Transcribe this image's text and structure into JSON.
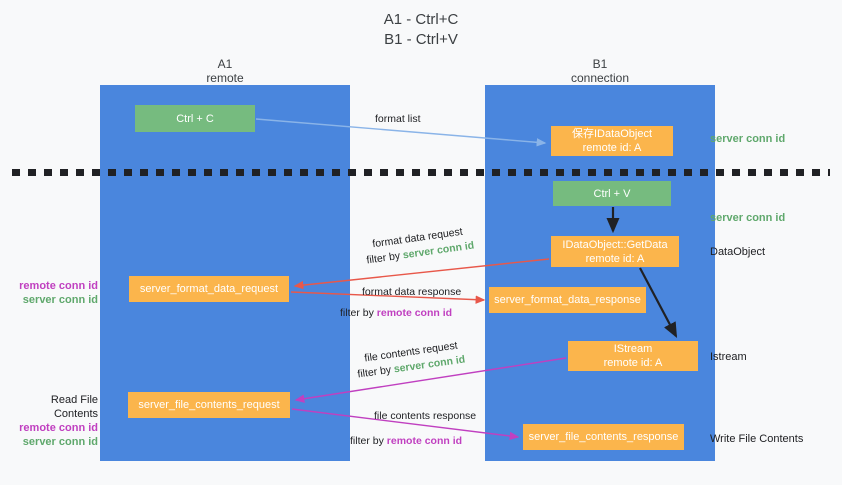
{
  "title": {
    "line1": "A1 - Ctrl+C",
    "line2": "B1 - Ctrl+V"
  },
  "lanes": [
    {
      "id": "A1",
      "name": "A1",
      "role": "remote"
    },
    {
      "id": "B1",
      "name": "B1",
      "role": "connection"
    }
  ],
  "nodes": {
    "ctrl_c": {
      "label": "Ctrl + C",
      "color": "#76bb7f",
      "lane": "A1"
    },
    "save_dataobject": {
      "line1": "保存IDataObject",
      "line2": "remote id: A",
      "color": "#fbb54c",
      "lane": "B1"
    },
    "ctrl_v": {
      "label": "Ctrl + V",
      "color": "#76bb7f",
      "lane": "B1"
    },
    "getdata": {
      "line1": "IDataObject::GetData",
      "line2": "remote id: A",
      "color": "#fbb54c",
      "lane": "B1"
    },
    "istream": {
      "line1": "IStream",
      "line2": "remote id: A",
      "color": "#fbb54c",
      "lane": "B1"
    },
    "server_format_data_request": {
      "label": "server_format_data_request",
      "color": "#fbb54c",
      "lane": "A1"
    },
    "server_format_data_response": {
      "label": "server_format_data_response",
      "color": "#fbb54c",
      "lane": "B1"
    },
    "server_file_contents_request": {
      "label": "server_file_contents_request",
      "color": "#fbb54c",
      "lane": "A1"
    },
    "server_file_contents_response": {
      "label": "server_file_contents_response",
      "color": "#fbb54c",
      "lane": "B1"
    }
  },
  "edges": {
    "format_list": {
      "label": "format list",
      "color": "#8ab4e8"
    },
    "format_data_request": {
      "label": "format data request",
      "filter_prefix": "filter by ",
      "filter_key": "server conn id",
      "color": "#e8584a"
    },
    "format_data_response": {
      "label": "format data response",
      "filter_prefix": "filter by ",
      "filter_key": "remote conn id",
      "color": "#e8584a"
    },
    "file_contents_request": {
      "label": "file contents request",
      "filter_prefix": "filter by ",
      "filter_key": "server conn id",
      "color": "#c040c0"
    },
    "file_contents_response": {
      "label": "file contents response",
      "filter_prefix": "filter by ",
      "filter_key": "remote conn id",
      "color": "#c040c0"
    }
  },
  "annotations": {
    "server_conn_id_top": "server conn id",
    "server_conn_id_mid": "server conn id",
    "dataobject": "DataObject",
    "istream": "Istream",
    "write_file_contents": "Write File Contents",
    "read_file_contents": "Read File Contents",
    "remote_conn_id": "remote conn id",
    "server_conn_id": "server conn id"
  },
  "colors": {
    "lane": "#4a86dd",
    "green_node": "#76bb7f",
    "orange_node": "#fbb54c",
    "green_text": "#5fa86c",
    "pink_text": "#c040c0",
    "red_arrow": "#e8584a",
    "blue_arrow": "#8ab4e8",
    "black_arrow": "#202124",
    "background": "#f8f9fa"
  }
}
